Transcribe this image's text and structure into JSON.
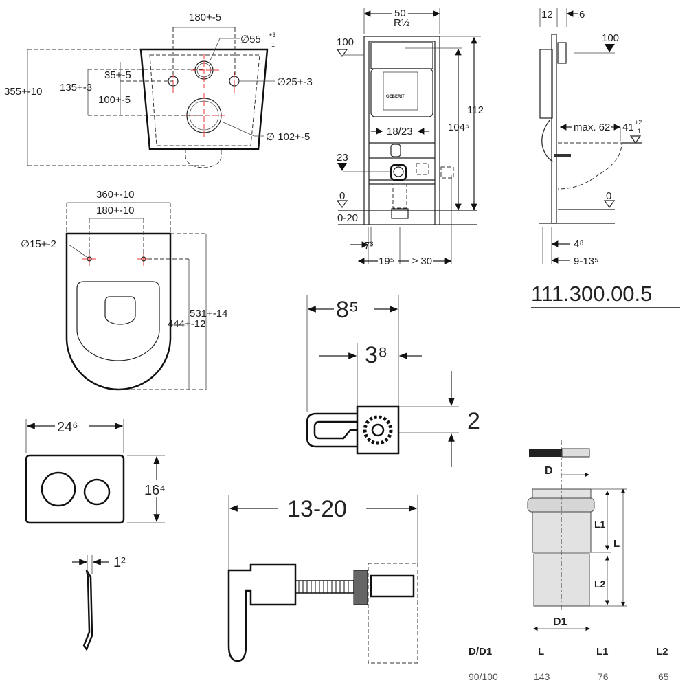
{
  "rear_view": {
    "dim_hole_spacing": "180+-5",
    "dim_inlet_dia": "∅55",
    "dim_inlet_tol_plus": "+3",
    "dim_inlet_tol_minus": "-1",
    "dim_total_height": "355+-10",
    "dim_135": "135+-3",
    "dim_35": "35+-5",
    "dim_100": "100+-5",
    "dim_bolt_dia": "∅25+-3",
    "dim_outlet_dia": "∅ 102+-5"
  },
  "top_view": {
    "dim_width": "360+-10",
    "dim_bolt_spacing": "180+-10",
    "dim_bolt_hole": "∅15+-2",
    "dim_length": "531+-14",
    "dim_bolt_to_front": "444+-12"
  },
  "flush_plate": {
    "dim_width": "24⁶",
    "dim_height": "16⁴",
    "dim_thickness": "1²"
  },
  "frame_front": {
    "dim_width": "50",
    "water_inlet": "R½",
    "level_100": "100",
    "dim_112": "112",
    "dim_104": "104⁵",
    "dim_18_23": "18/23",
    "level_23": "23",
    "level_0": "0",
    "dim_0_20": "0-20",
    "dim_7": "7³",
    "dim_19": "19⁵",
    "dim_30": "≥ 30",
    "brand": "GEBERIT"
  },
  "frame_side": {
    "dim_12": "12",
    "dim_6": "6",
    "level_100": "100",
    "dim_max62": "max. 62",
    "dim_41": "41",
    "dim_41_plus": "+2",
    "dim_41_minus": "1",
    "level_0": "0",
    "dim_4": "4⁸",
    "dim_9_13": "9-13⁵"
  },
  "part_number": "111.300.00.5",
  "bracket": {
    "dim_85": "8⁵",
    "dim_38": "3⁸",
    "dim_2": "2"
  },
  "fixing": {
    "dim_13_20": "13-20"
  },
  "pipe": {
    "label_D": "D",
    "label_D1": "D1",
    "label_L": "L",
    "label_L1": "L1",
    "label_L2": "L2",
    "table": {
      "headers": [
        "D/D1",
        "L",
        "L1",
        "L2"
      ],
      "values": [
        "90/100",
        "143",
        "76",
        "65"
      ]
    }
  },
  "colors": {
    "line": "#222222",
    "center": "#ee3333"
  }
}
